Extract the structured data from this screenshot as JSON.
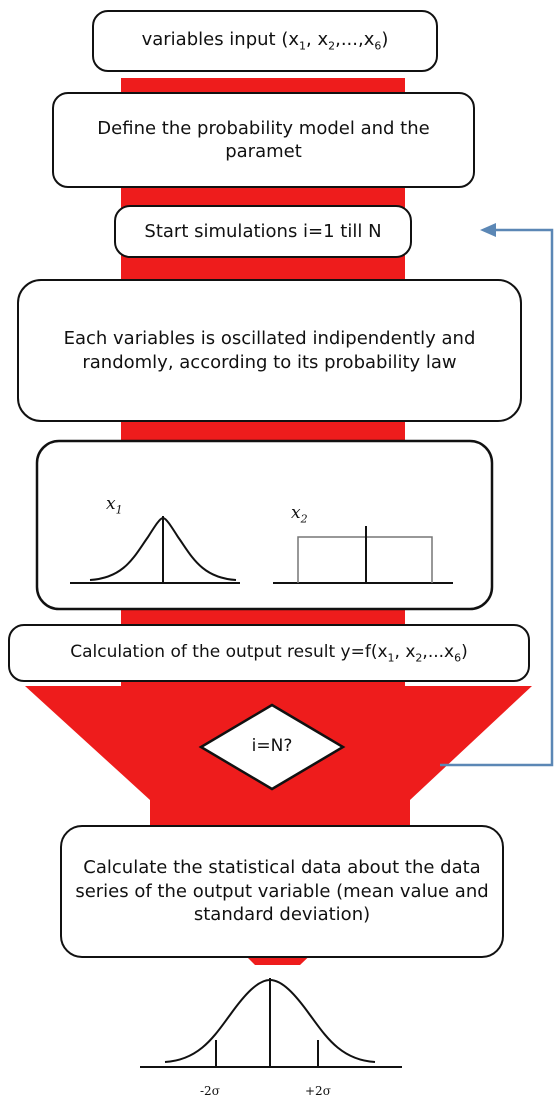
{
  "steps": {
    "input": {
      "prefix": "variables input (x",
      "s1": "1",
      "mid1": ", x",
      "s2": "2",
      "mid2": ",...,x",
      "s6": "6",
      "suffix": ")"
    },
    "define": "Define the probability model and the paramet",
    "start": "Start simulations i=1 till N",
    "oscillate": "Each variables is oscillated indipendently and randomly, according to its probability law",
    "calc": {
      "prefix": "Calculation of the output result y=f(x",
      "s1": "1",
      "mid1": ", x",
      "s2": "2",
      "mid2": ",...x",
      "s6": "6",
      "suffix": ")"
    },
    "decision": "i=N?",
    "stats": "Calculate the statistical data about the data series of the output variable (mean value and standard deviation)"
  },
  "distributions": {
    "x1": {
      "base": "x",
      "sub": "1"
    },
    "x2": {
      "base": "x",
      "sub": "2"
    }
  },
  "output_dist": {
    "left": "-2σ",
    "right": "+2σ"
  },
  "colors": {
    "arrow": "#ee1c1c",
    "loop": "#5b87b5",
    "border": "#111111"
  }
}
